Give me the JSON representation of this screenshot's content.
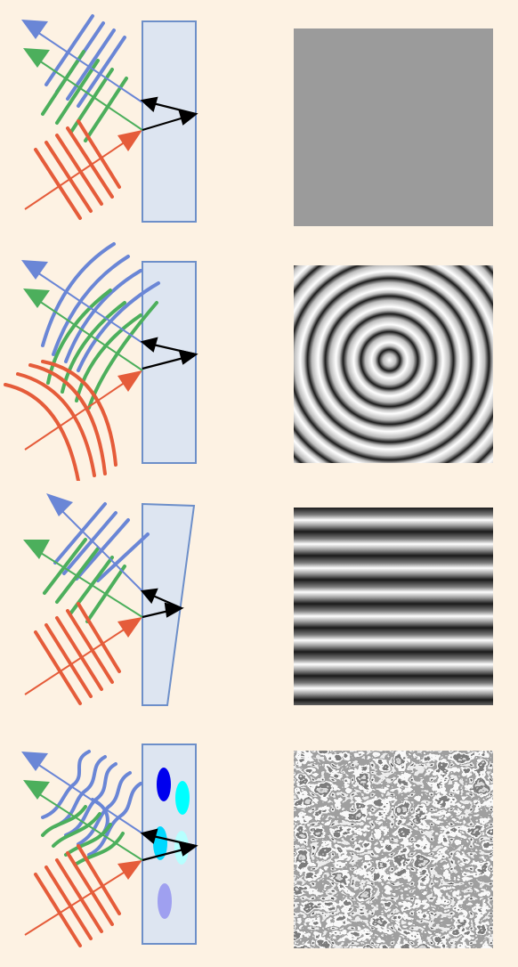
{
  "colors": {
    "background": "#fdf2e3",
    "incident_wave": "#e55c3a",
    "reflected_wave_green": "#4caf5c",
    "reflected_wave_blue": "#6a86d6",
    "sample_fill": "#dde5f1",
    "sample_stroke": "#6d8fc9",
    "ray": "#000000",
    "flat_field": "#9b9b9b"
  },
  "panels": [
    {
      "id": "flat-surface",
      "sample_shape": "rectangle",
      "wavefront_shape": "planar",
      "pattern": "uniform-gray"
    },
    {
      "id": "curved-wavefront",
      "sample_shape": "rectangle",
      "wavefront_shape": "curved",
      "pattern": "concentric-rings"
    },
    {
      "id": "wedge-sample",
      "sample_shape": "wedge",
      "wavefront_shape": "planar",
      "pattern": "horizontal-fringes"
    },
    {
      "id": "scattering-sample",
      "sample_shape": "rectangle-with-inclusions",
      "wavefront_shape": "distorted",
      "pattern": "speckle"
    }
  ]
}
